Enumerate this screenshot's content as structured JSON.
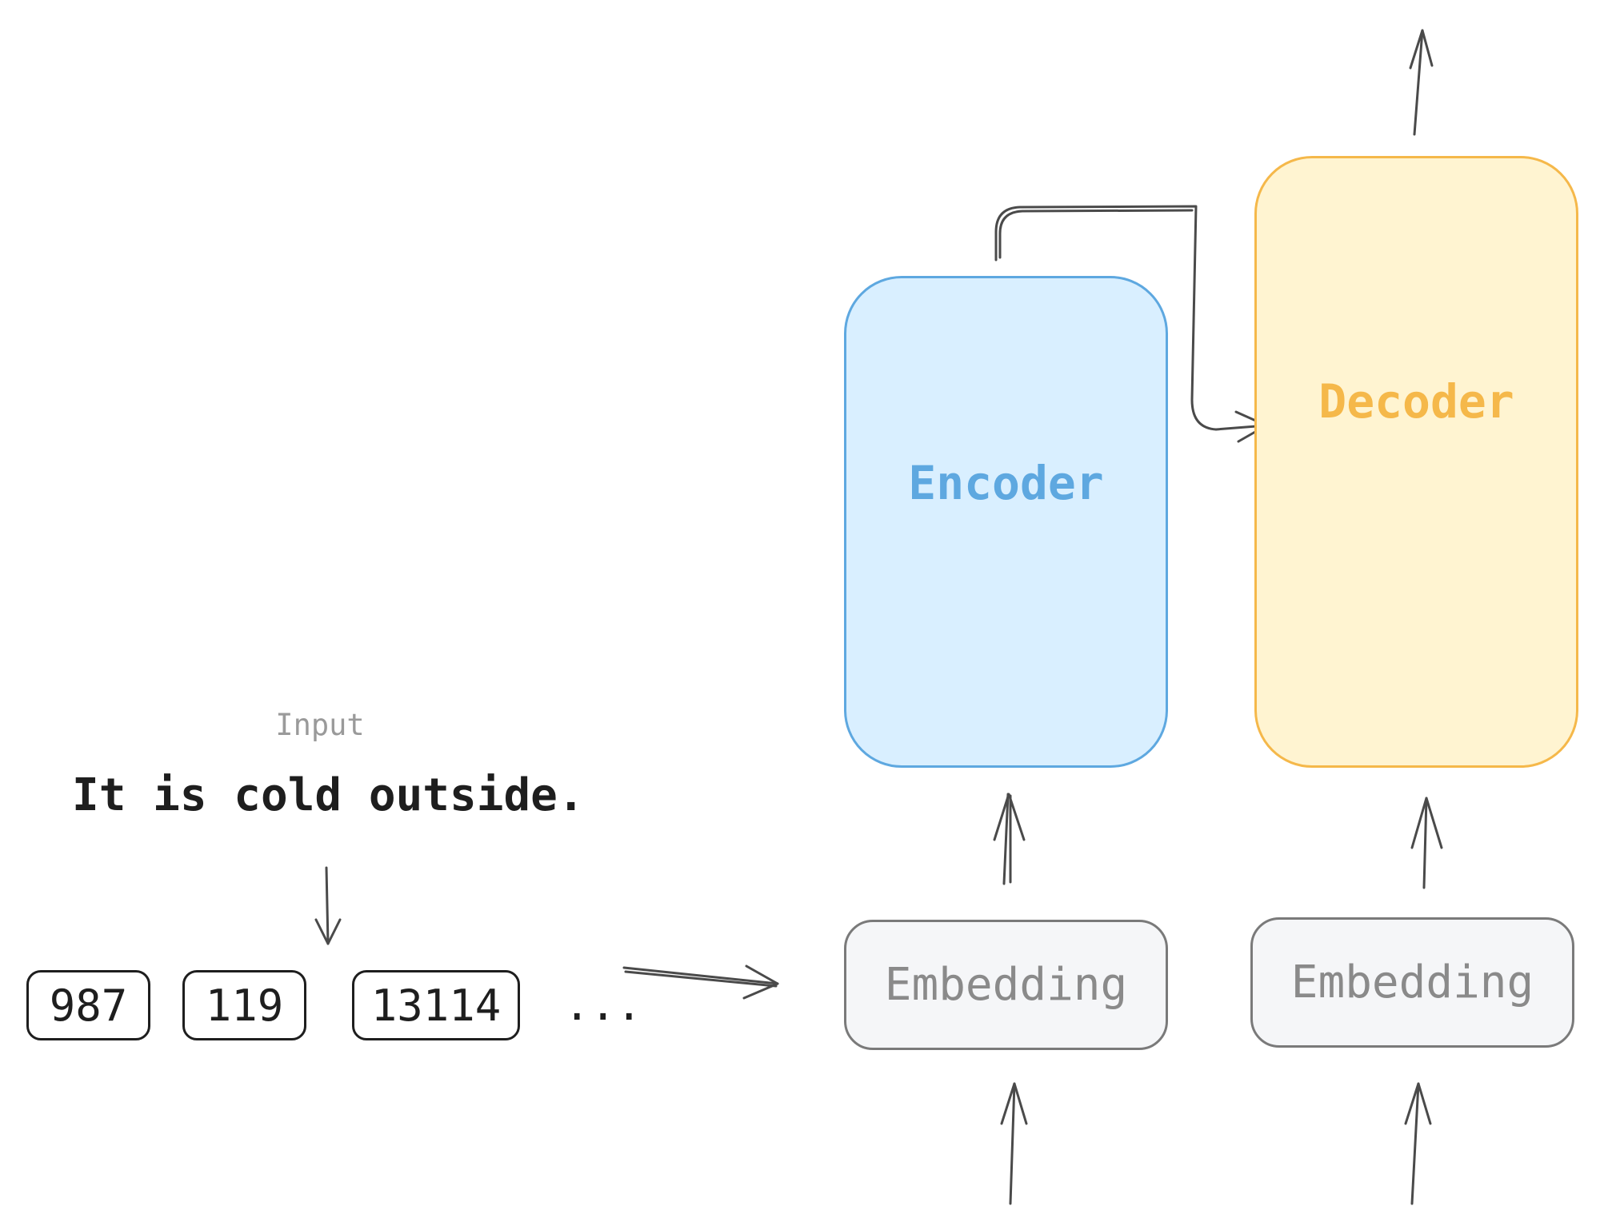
{
  "input": {
    "label": "Input",
    "sentence": "It is cold outside."
  },
  "tokens": [
    "987",
    "119",
    "13114"
  ],
  "tokens_ellipsis": "...",
  "encoder": {
    "label": "Encoder",
    "fill": "#d9efff",
    "stroke": "#5ea8e0"
  },
  "decoder": {
    "label": "Decoder",
    "fill": "#fff4d1",
    "stroke": "#f5b84a"
  },
  "encoder_embedding": {
    "label": "Embedding"
  },
  "decoder_embedding": {
    "label": "Embedding"
  },
  "colors": {
    "ink": "#1e1e1e",
    "muted_text": "#9a9a9a",
    "embedding_fill": "#f5f6f8",
    "arrow": "#4a4a4a"
  }
}
